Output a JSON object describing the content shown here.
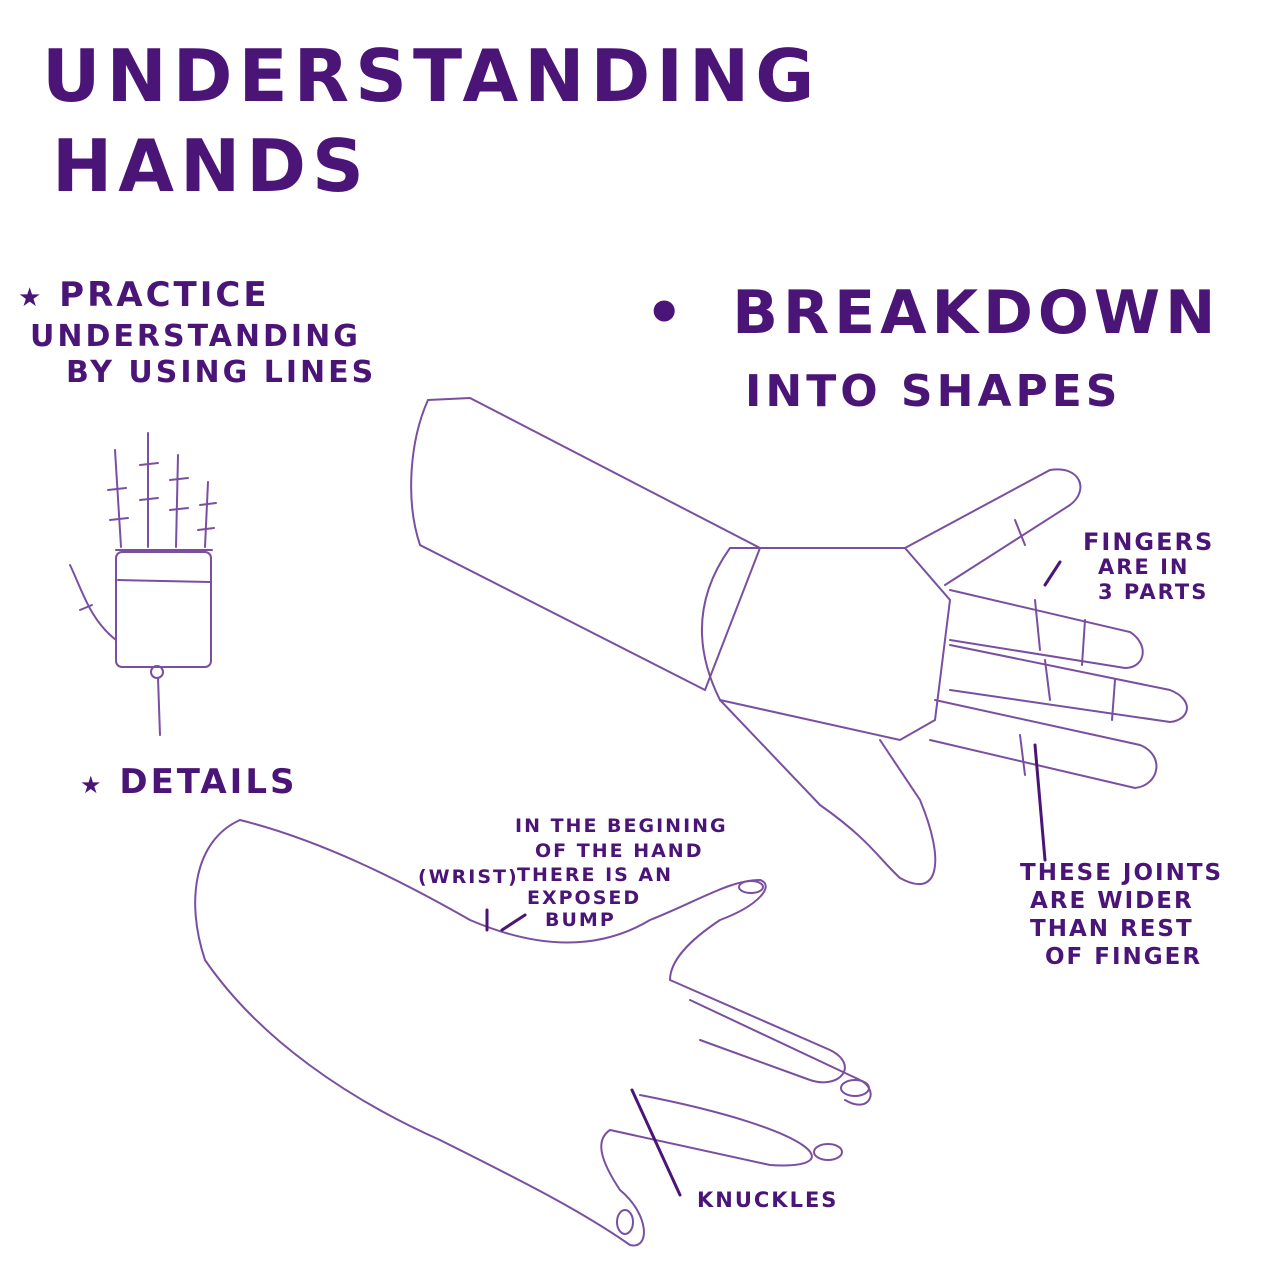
{
  "title": {
    "line1": "UNDERSTANDING",
    "line2": "HANDS"
  },
  "practice": {
    "bullet": "★",
    "line1": "PRACTICE",
    "line2": "UNDERSTANDING",
    "line3": "BY USING LINES"
  },
  "breakdown": {
    "bullet": "•",
    "line1": "BREAKDOWN",
    "line2": "INTO SHAPES"
  },
  "fingers_note": {
    "line1": "FINGERS",
    "line2": "ARE IN",
    "line3": "3 PARTS"
  },
  "joints_note": {
    "line1": "THESE JOINTS",
    "line2": "ARE WIDER",
    "line3": "THAN REST",
    "line4": "OF FINGER"
  },
  "details": {
    "bullet": "★",
    "label": "DETAILS"
  },
  "wrist_note": {
    "prefix": "(WRIST)",
    "line1": "IN THE BEGINING",
    "line2": "OF THE HAND",
    "line3": "THERE IS AN",
    "line4": "EXPOSED",
    "line5": "BUMP"
  },
  "knuckles_note": {
    "label": "KNUCKLES"
  },
  "colors": {
    "ink": "#4a1577",
    "sketch": "#7a4fa0",
    "background": "#ffffff"
  }
}
